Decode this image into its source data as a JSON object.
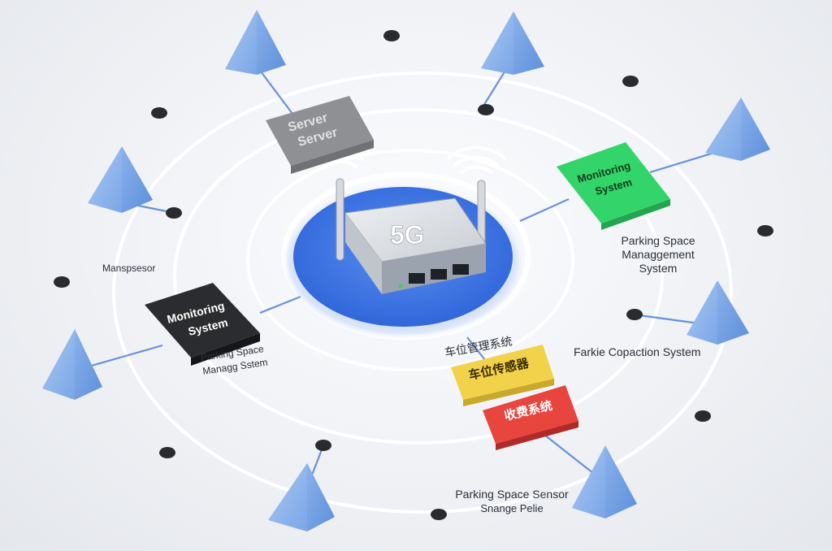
{
  "router": {
    "label": "5G",
    "superscript": "G"
  },
  "server": {
    "line1": "Server",
    "line2": "Server"
  },
  "monitoring_right": {
    "line1": "Monitoring",
    "line2": "System"
  },
  "monitoring_left": {
    "line1": "Monitoring",
    "line2": "System"
  },
  "parking_guidance": {
    "label": "车位传感器"
  },
  "billing": {
    "label": "收费系统"
  },
  "labels": {
    "parking_mgmt_right": [
      "Parking Space",
      "Managgement",
      "System"
    ],
    "parking_mgmt_left": [
      "Parking Space",
      "Managg Sstem"
    ],
    "left_sensor": "Manspsesor",
    "right_system": "Farkie Copaction System",
    "cn_management": "车位管理系统",
    "sensor_bottom": [
      "Parking  Space Sensor",
      "Snange Pelie"
    ]
  },
  "colors": {
    "ring": "#ffffff",
    "platform": "#3f78e8",
    "server_box": "#8e9094",
    "monitor_green": "#33d46a",
    "monitor_black": "#2b2c2f",
    "guidance_yellow": "#f2d24a",
    "billing_red": "#e8453f",
    "pyramid": "#8fb6ec",
    "line": "#4d7fd8"
  }
}
